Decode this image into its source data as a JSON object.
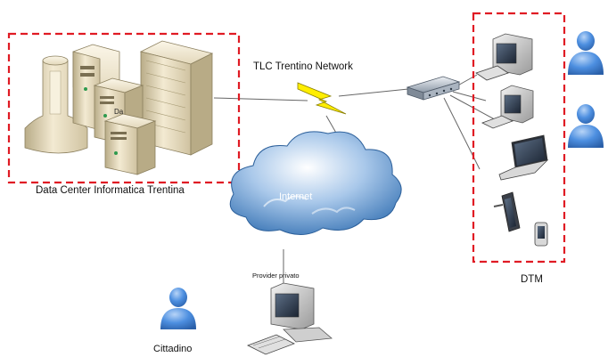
{
  "labels": {
    "datacenter": "Data Center Informatica Trentina",
    "server_tag": "Da",
    "network": "TLC Trentino Network",
    "internet": "Internet",
    "provider": "Provider privato",
    "dtm": "DTM",
    "citizen": "Cittadino"
  },
  "colors": {
    "dashed_border": "#e01b24",
    "lightning": "#ffee00",
    "cloud": "#3d78b8",
    "person": "#3a7bd5",
    "server": "#e8ddc0"
  }
}
